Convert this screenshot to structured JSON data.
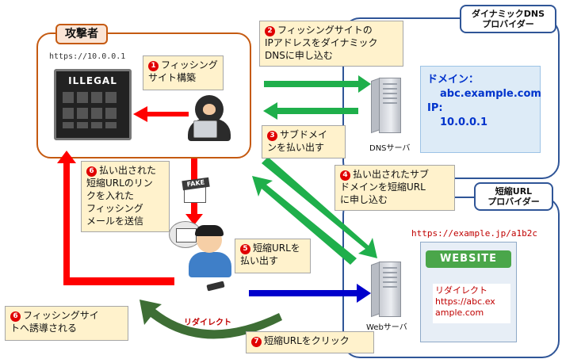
{
  "providers": {
    "dns": {
      "label": "ダイナミックDNS\nプロバイダー"
    },
    "shortener": {
      "label": "短縮URL\nプロバイダー"
    }
  },
  "attacker": {
    "label": "攻撃者",
    "ip": "https://10.0.0.1",
    "illegal_site_title": "ILLEGAL"
  },
  "dns_server": {
    "caption": "DNSサーバ",
    "record": {
      "domain_label": "ドメイン：",
      "domain_value": "abc.example.com",
      "ip_label": "IP:",
      "ip_value": "10.0.0.1"
    }
  },
  "web_server": {
    "caption": "Webサーバ",
    "short_url": "https://example.jp/a1b2c",
    "site_logo": "WEBSITE",
    "site_note_title": "リダイレクト",
    "site_note_url_1": "https://abc.ex",
    "site_note_url_2": "ample.com"
  },
  "victim": {
    "fake_tag": "FAKE"
  },
  "redirect_label": "リダイレクト",
  "steps": [
    {
      "num": "1",
      "text": "フィッシング\nサイト構築"
    },
    {
      "num": "2",
      "text": "フィッシングサイトの\nIPアドレスをダイナミック\nDNSに申し込む"
    },
    {
      "num": "3",
      "text": "サブドメイ\nンを払い出す"
    },
    {
      "num": "4",
      "text": "払い出されたサブ\nドメインを短縮URL\nに申し込む"
    },
    {
      "num": "5",
      "text": "短縮URLを\n払い出す"
    },
    {
      "num": "6",
      "text": "払い出された\n短縮URLのリン\nクを入れた\nフィッシング\nメールを送信"
    },
    {
      "num": "6",
      "text": "フィッシングサイ\nトへ誘導される"
    },
    {
      "num": "7",
      "text": "短縮URLをクリック"
    }
  ],
  "colors": {
    "red": "#ff0000",
    "green": "#1faf4b",
    "blue": "#0000cc",
    "dark_green": "#3e6e35",
    "frame": "#2f5597",
    "attacker_frame": "#c55a11"
  }
}
